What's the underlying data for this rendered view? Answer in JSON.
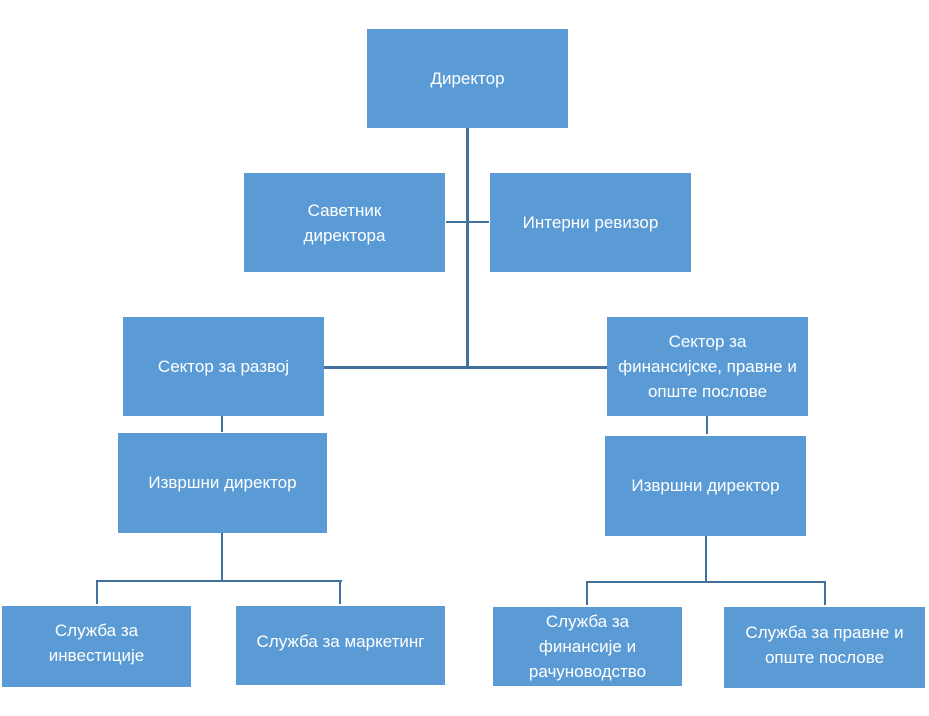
{
  "chart_data": {
    "type": "org-chart",
    "nodes": [
      {
        "id": "director",
        "label": "Директор"
      },
      {
        "id": "advisor",
        "label": "Саветник\nдиректора",
        "parent": "director",
        "kind": "assistant"
      },
      {
        "id": "auditor",
        "label": "Интерни ревизор",
        "parent": "director",
        "kind": "assistant"
      },
      {
        "id": "dev_sector",
        "label": "Сектор за развој",
        "parent": "director"
      },
      {
        "id": "fin_sector",
        "label": "Сектор за\nфинансијске, правне и\nопште послове",
        "parent": "director"
      },
      {
        "id": "exec_left",
        "label": "Извршни директор",
        "parent": "dev_sector"
      },
      {
        "id": "exec_right",
        "label": "Извршни директор",
        "parent": "fin_sector"
      },
      {
        "id": "invest",
        "label": "Служба за\nинвестиције",
        "parent": "exec_left"
      },
      {
        "id": "marketing",
        "label": "Служба за маркетинг",
        "parent": "exec_left"
      },
      {
        "id": "finance",
        "label": "Служба за\nфинансије и\nрачуноводство",
        "parent": "exec_right"
      },
      {
        "id": "legal",
        "label": "Служба за правне и\nопште послове",
        "parent": "exec_right"
      }
    ],
    "colors": {
      "box": "#5b9bd5",
      "line": "#41719c",
      "text": "#ffffff"
    }
  },
  "labels": {
    "director": "Директор",
    "advisor": "Саветник\nдиректора",
    "auditor": "Интерни ревизор",
    "dev_sector": "Сектор за развој",
    "fin_sector": "Сектор за\nфинансијске, правне и\nопште послове",
    "exec_left": "Извршни директор",
    "exec_right": "Извршни директор",
    "invest": "Служба за\nинвестиције",
    "marketing": "Служба за маркетинг",
    "finance": "Служба за\nфинансије и\nрачуноводство",
    "legal": "Служба за правне и\nопште послове"
  }
}
